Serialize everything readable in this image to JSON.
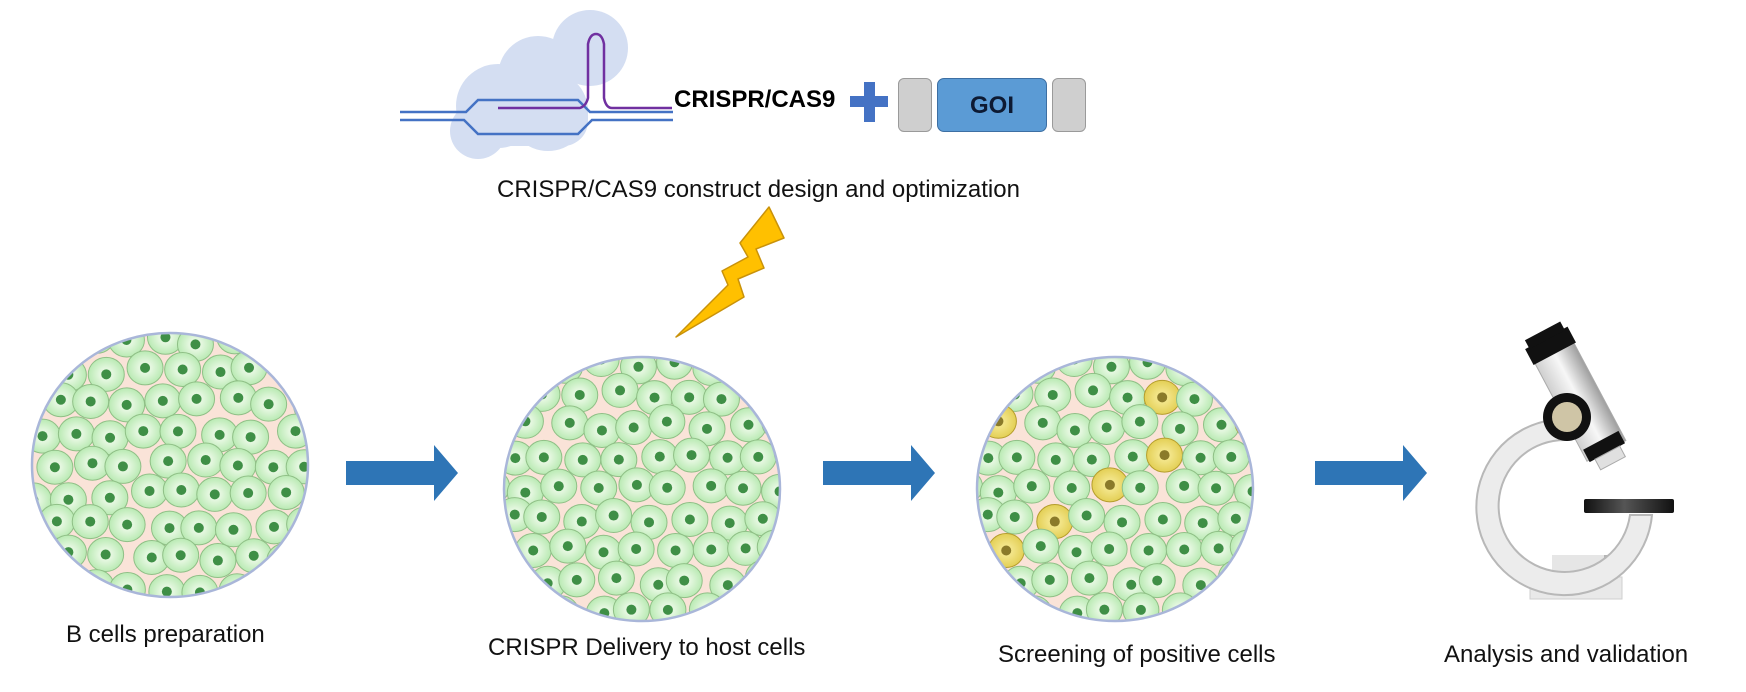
{
  "title": "CRISPR/CAS9 B-cell engineering workflow",
  "construct": {
    "crispr_label": "CRISPR/CAS9",
    "plus_icon": "plus-icon",
    "goi_label": "GOI",
    "caption": "CRISPR/CAS9 construct design and optimization"
  },
  "steps": [
    {
      "label": "B cells preparation",
      "icon": "cell-culture-icon"
    },
    {
      "label": "CRISPR Delivery to host cells",
      "icon": "cell-culture-icon"
    },
    {
      "label": "Screening of positive cells",
      "icon": "cell-culture-positive-icon"
    },
    {
      "label": "Analysis and validation",
      "icon": "microscope-icon"
    }
  ],
  "arrows": [
    "arrow-right-icon",
    "arrow-right-icon",
    "arrow-right-icon"
  ],
  "delivery_icon": "lightning-bolt-icon",
  "colors": {
    "cell_fill": "#b9eab3",
    "cell_border": "#8fbf86",
    "nucleus": "#3f8f46",
    "positive_cell_fill": "#e3cf55",
    "positive_nucleus": "#8a7a2a",
    "dish_background": "#fae3d8",
    "dish_border": "#a9b6d9",
    "arrow": "#2e75b6",
    "goi_fill": "#5b9bd5",
    "flank_fill": "#cfcfcf",
    "cas9_blob": "#d4def2",
    "dna_strand": "#4472c4",
    "guide_rna": "#7030a0",
    "bolt": "#ffc000"
  }
}
